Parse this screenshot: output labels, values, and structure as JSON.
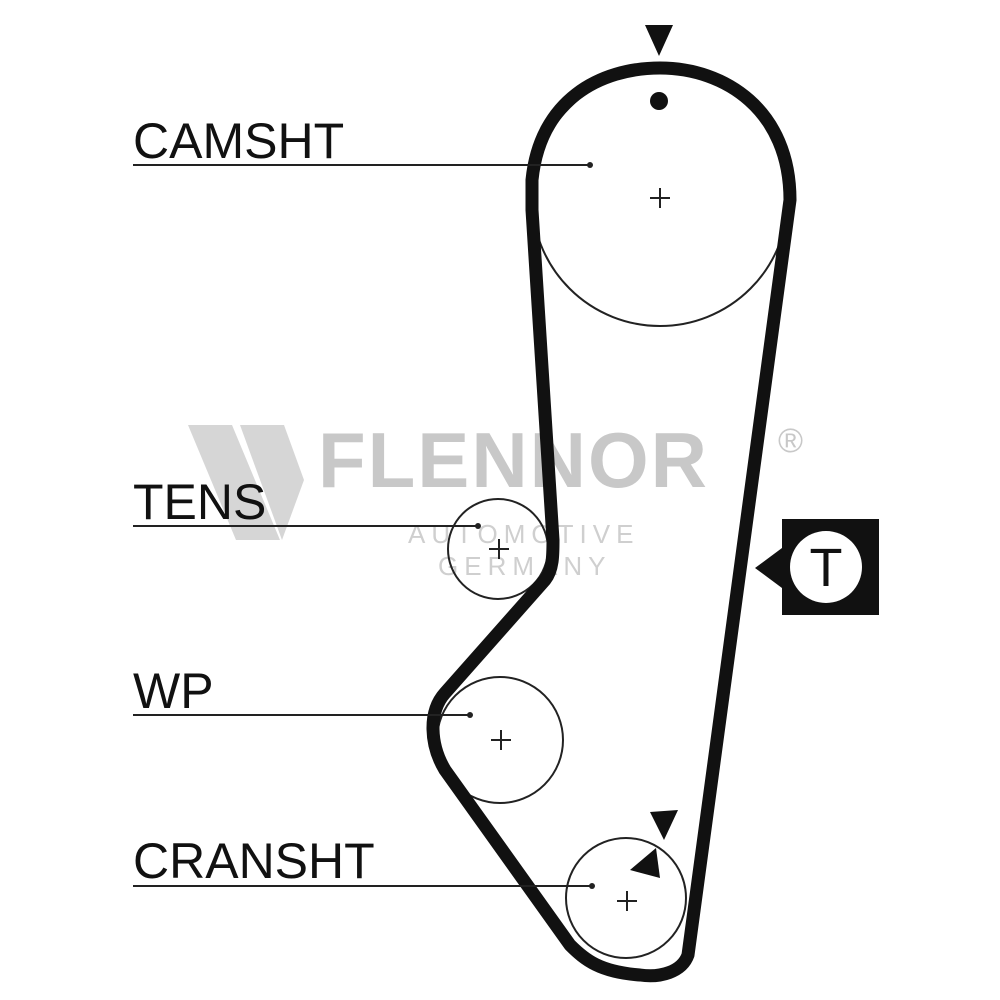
{
  "labels": {
    "camshaft": "CAMSHT",
    "tensioner": "TENS",
    "water_pump": "WP",
    "crankshaft": "CRANSHT"
  },
  "tension_marker": "T",
  "watermark": {
    "brand": "FLENNOR",
    "registered": "®",
    "line1": "AUTOMOTIVE",
    "line2": "GERMANY"
  },
  "colors": {
    "belt": "#111111",
    "pulley": "#222222",
    "watermark": "#c8c8c8"
  }
}
